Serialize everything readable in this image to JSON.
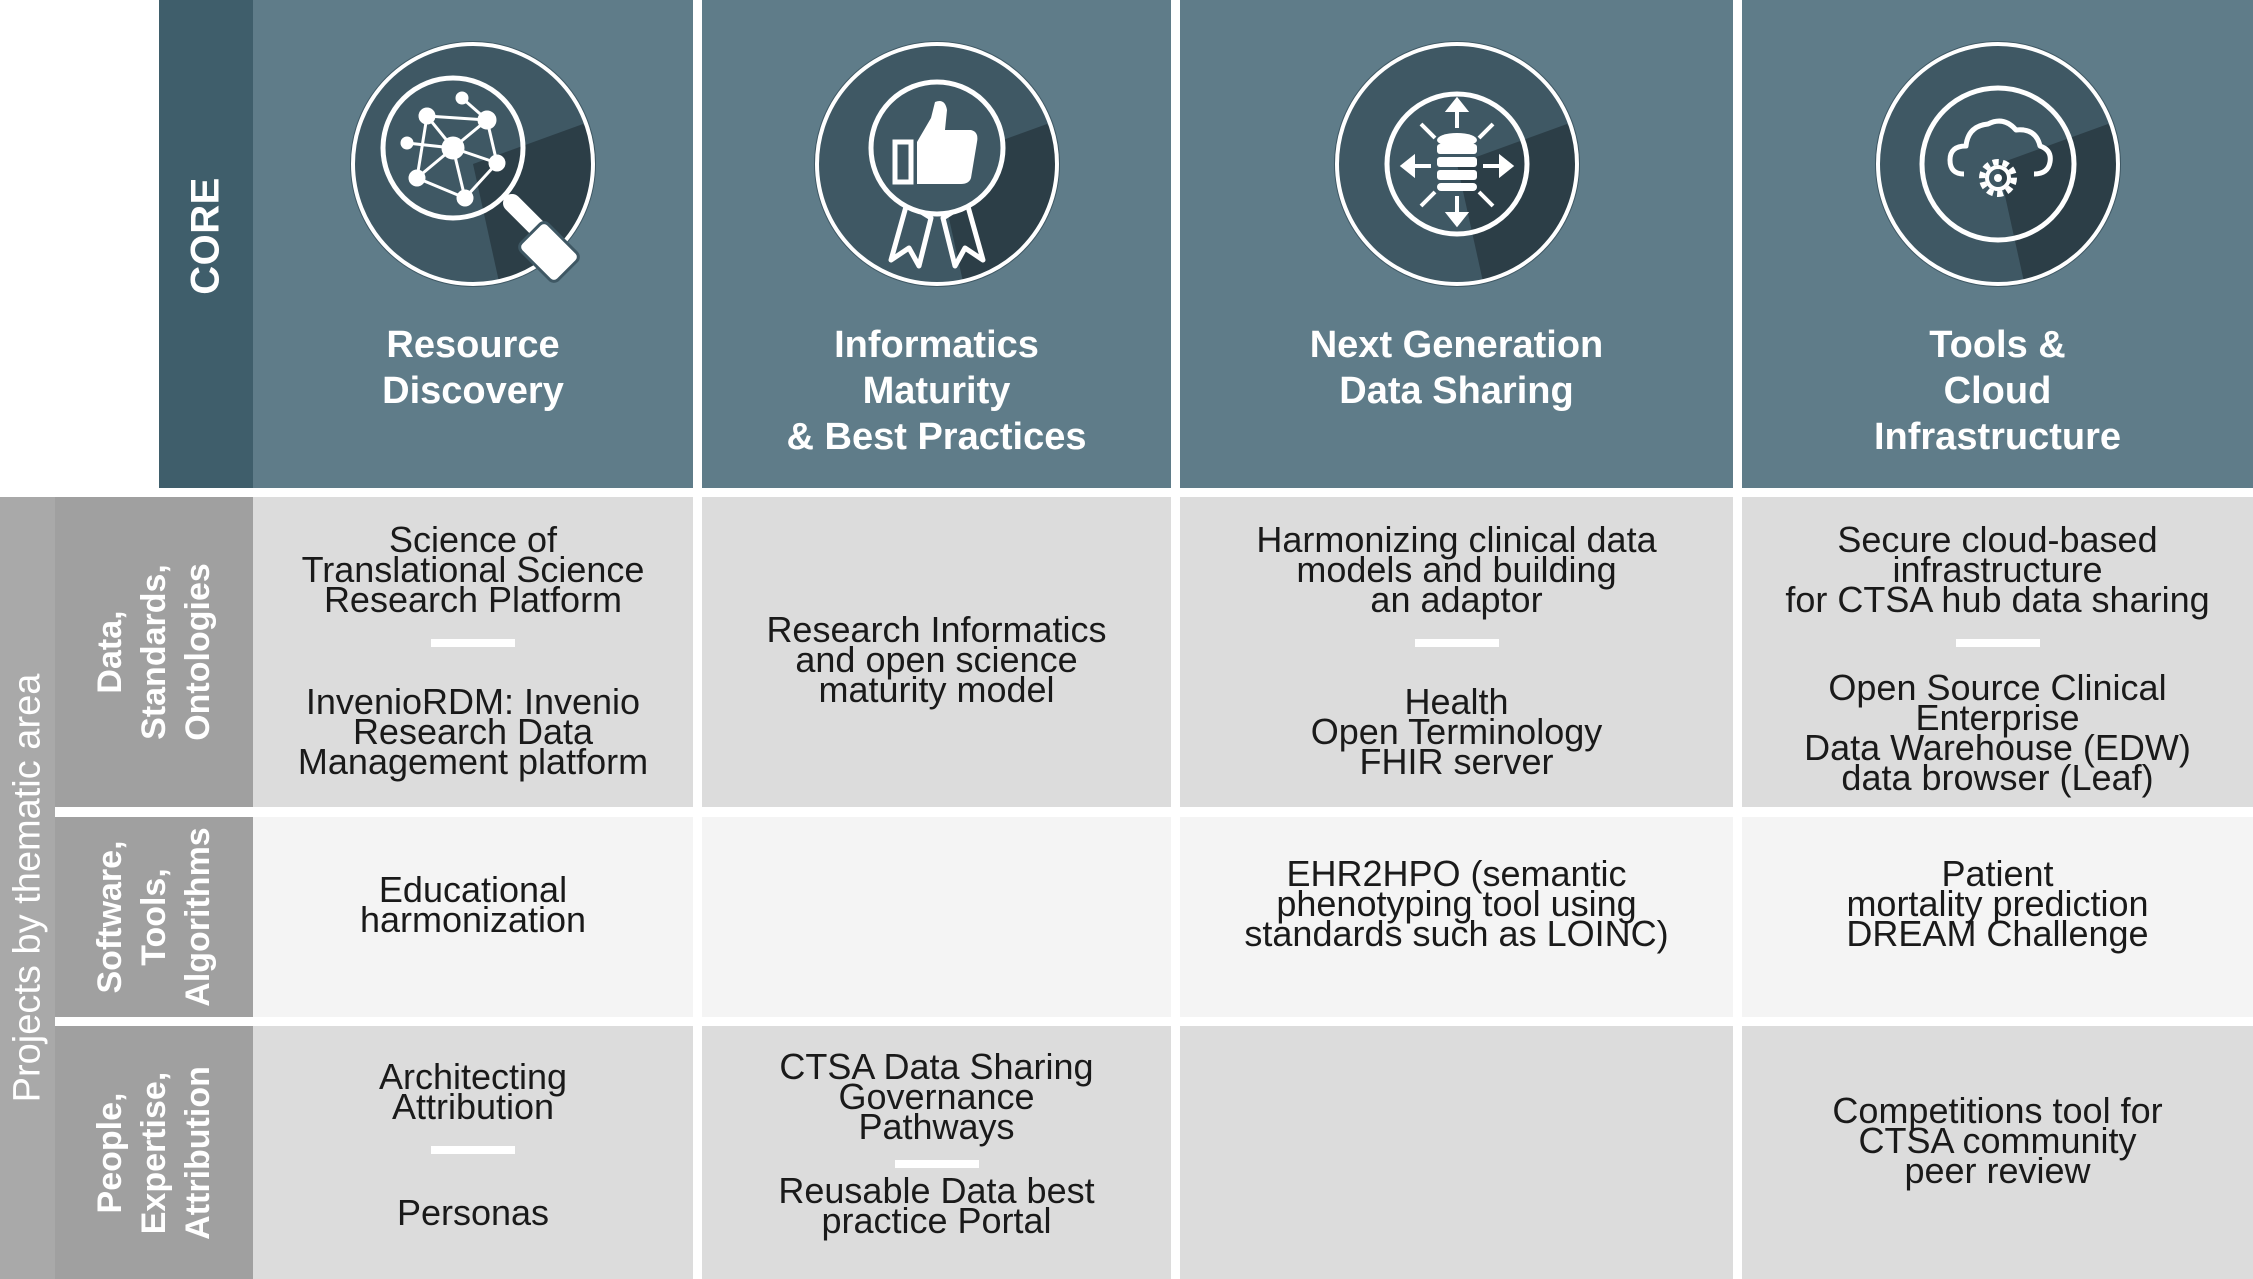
{
  "core_label": "CORE",
  "side_label": "Projects by thematic area",
  "columns": [
    {
      "title": "Resource\nDiscovery",
      "icon": "network-magnifier-icon"
    },
    {
      "title": "Informatics\nMaturity\n& Best Practices",
      "icon": "thumbs-up-award-icon"
    },
    {
      "title": "Next Generation\nData Sharing",
      "icon": "database-arrows-icon"
    },
    {
      "title": "Tools &\nCloud\nInfrastructure",
      "icon": "cloud-gear-icon"
    }
  ],
  "rows": [
    {
      "label": "Data,\nStandards,\nOntologies"
    },
    {
      "label": "Software,\nTools,\nAlgorithms"
    },
    {
      "label": "People,\nExpertise,\nAttribution"
    }
  ],
  "cells": {
    "r0c0a": "Science of\nTranslational Science\nResearch Platform",
    "r0c0b": "InvenioRDM: Invenio\nResearch Data\nManagement platform",
    "r0c1": "Research Informatics\nand open science\nmaturity model",
    "r0c2a": "Harmonizing clinical data\nmodels and building\nan adaptor",
    "r0c2b": "Health\nOpen Terminology\nFHIR server",
    "r0c3a": "Secure cloud-based\ninfrastructure\nfor CTSA hub data sharing",
    "r0c3b": "Open Source Clinical\nEnterprise\nData Warehouse (EDW)\ndata browser (Leaf)",
    "r1c0": "Educational\nharmonization",
    "r1c2": "EHR2HPO (semantic\nphenotyping tool using\nstandards such as LOINC)",
    "r1c3": "Patient\nmortality prediction\nDREAM Challenge",
    "r2c0a": "Architecting\nAttribution",
    "r2c0b": "Personas",
    "r2c1a": "CTSA Data Sharing\nGovernance\nPathways",
    "r2c1b": "Reusable Data best\npractice Portal",
    "r2c3": "Competitions tool for\nCTSA community\npeer review"
  }
}
